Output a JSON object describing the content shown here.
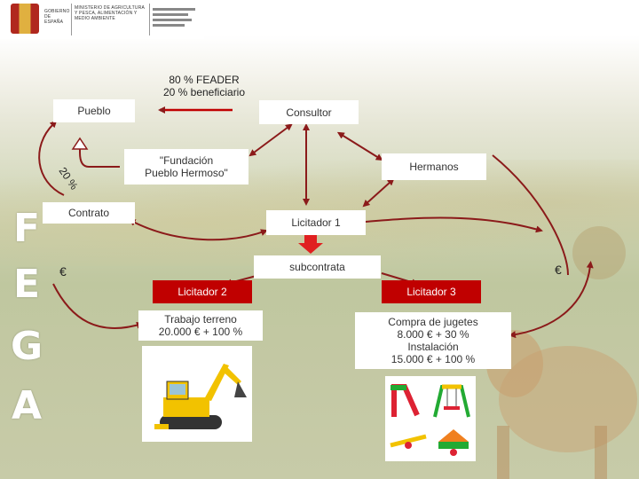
{
  "header": {
    "ministry_text": "MINISTERIO DE AGRICULTURA Y PESCA, ALIMENTACIÓN Y MEDIO AMBIENTE",
    "gobierno_text": "GOBIERNO DE ESPAÑA"
  },
  "funding": {
    "line1": "80 % FEADER",
    "line2": "20 % beneficiario"
  },
  "nodes": {
    "pueblo": "Pueblo",
    "consultor": "Consultor",
    "fundacion_line1": "\"Fundación",
    "fundacion_line2": "Pueblo Hermoso\"",
    "hermanos": "Hermanos",
    "contrato": "Contrato",
    "licitador1": "Licitador 1",
    "subcontrata": "subcontrata",
    "licitador2": "Licitador 2",
    "licitador3": "Licitador 3"
  },
  "percent_label": "20 %",
  "euro_symbol": "€",
  "details": {
    "licitador2_line1": "Trabajo terreno",
    "licitador2_line2": "20.000 € + 100 %",
    "licitador3_line1": "Compra de jugetes",
    "licitador3_line2": "8.000 € + 30 %",
    "licitador3_line3": "Instalación",
    "licitador3_line4": "15.000 € + 100 %"
  },
  "fega_letters": [
    "F",
    "E",
    "G",
    "A"
  ],
  "colors": {
    "arrow": "#8b1a1a",
    "accent_red": "#c00000",
    "down_arrow": "#e02020"
  }
}
